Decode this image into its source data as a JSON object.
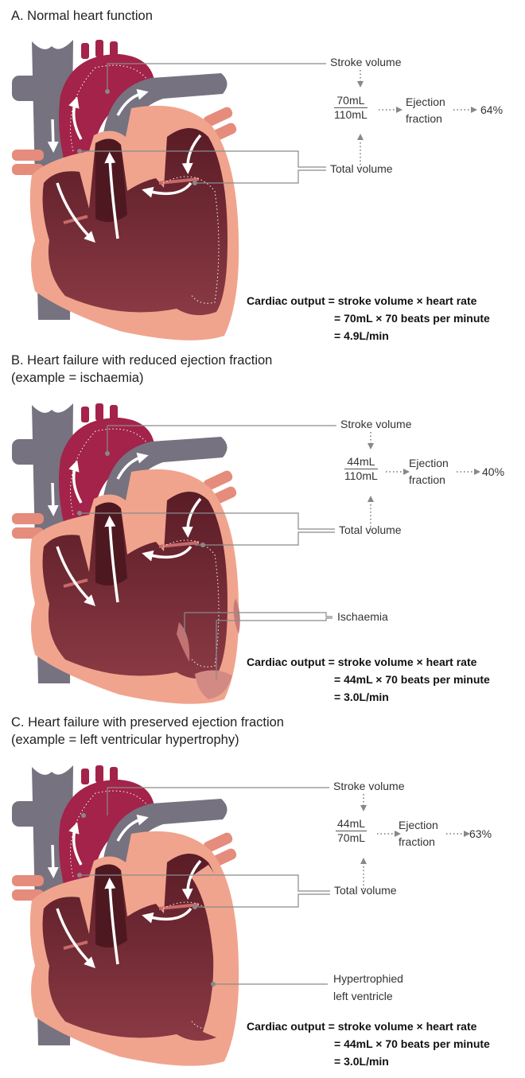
{
  "panels": [
    {
      "title": [
        "A. Normal heart function"
      ],
      "stroke_volume_label": "Stroke volume",
      "total_volume_label": "Total volume",
      "numerator": "70mL",
      "denominator": "110mL",
      "ejection_label": [
        "Ejection",
        "fraction"
      ],
      "ejection_value": "64%",
      "cardiac_output": [
        "Cardiac output = stroke volume × heart rate",
        "= 70mL × 70 beats per minute",
        "= 4.9L/min"
      ]
    },
    {
      "title": [
        "B. Heart failure with reduced ejection fraction",
        "(example = ischaemia)"
      ],
      "stroke_volume_label": "Stroke volume",
      "total_volume_label": "Total volume",
      "extra_label": [
        "Ischaemia"
      ],
      "numerator": "44mL",
      "denominator": "110mL",
      "ejection_label": [
        "Ejection",
        "fraction"
      ],
      "ejection_value": "40%",
      "cardiac_output": [
        "Cardiac output = stroke volume × heart rate",
        "= 44mL × 70 beats per minute",
        "= 3.0L/min"
      ]
    },
    {
      "title": [
        "C. Heart failure with preserved ejection fraction",
        "(example = left ventricular hypertrophy)"
      ],
      "stroke_volume_label": "Stroke volume",
      "total_volume_label": "Total volume",
      "extra_label": [
        "Hypertrophied",
        "left ventricle"
      ],
      "numerator": "44mL",
      "denominator": "70mL",
      "ejection_label": [
        "Ejection",
        "fraction"
      ],
      "ejection_value": "63%",
      "cardiac_output": [
        "Cardiac output = stroke volume × heart rate",
        "= 44mL × 70 beats per minute",
        "= 3.0L/min"
      ]
    }
  ],
  "colors": {
    "vessel_gray": "#76727f",
    "aorta": "#a3234a",
    "heart_wall": "#f0a48e",
    "chamber": "#6e2430",
    "leader_line": "#8a8a8a"
  }
}
